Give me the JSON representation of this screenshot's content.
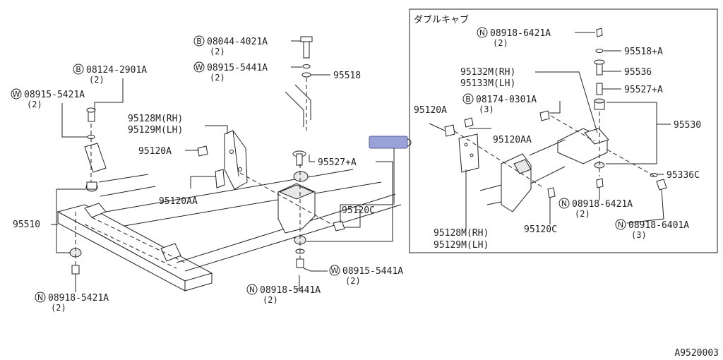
{
  "doc_code": "A9520003",
  "inset_title": "ダブルキャブ",
  "highlight_color": "#9aa0d8",
  "main": {
    "callouts": [
      {
        "prefix": "B",
        "code": "08044-4021A",
        "qty": "(2)"
      },
      {
        "prefix": "W",
        "code": "08915-5441A",
        "qty": "(2)"
      },
      {
        "prefix": "",
        "code": "95518",
        "qty": ""
      },
      {
        "prefix": "B",
        "code": "08124-2901A",
        "qty": "(2)"
      },
      {
        "prefix": "W",
        "code": "08915-5421A",
        "qty": "(2)"
      },
      {
        "prefix": "",
        "code": "95128M(RH)",
        "qty": ""
      },
      {
        "prefix": "",
        "code": "95129M(LH)",
        "qty": ""
      },
      {
        "prefix": "",
        "code": "95120A",
        "qty": ""
      },
      {
        "prefix": "",
        "code": "95527+A",
        "qty": ""
      },
      {
        "prefix": "",
        "code": "95120AA",
        "qty": ""
      },
      {
        "prefix": "",
        "code": "95510",
        "qty": ""
      },
      {
        "prefix": "",
        "code": "95120C",
        "qty": ""
      },
      {
        "prefix": "W",
        "code": "08915-5441A",
        "qty": "(2)"
      },
      {
        "prefix": "N",
        "code": "08918-5441A",
        "qty": "(2)"
      },
      {
        "prefix": "N",
        "code": "08918-5421A",
        "qty": "(2)"
      }
    ]
  },
  "inset": {
    "callouts": [
      {
        "prefix": "N",
        "code": "08918-6421A",
        "qty": "(2)"
      },
      {
        "prefix": "",
        "code": "95518+A",
        "qty": ""
      },
      {
        "prefix": "",
        "code": "95536",
        "qty": ""
      },
      {
        "prefix": "",
        "code": "95132M(RH)",
        "qty": ""
      },
      {
        "prefix": "",
        "code": "95133M(LH)",
        "qty": ""
      },
      {
        "prefix": "",
        "code": "95527+A",
        "qty": ""
      },
      {
        "prefix": "B",
        "code": "08174-0301A",
        "qty": "(3)"
      },
      {
        "prefix": "",
        "code": "95120A",
        "qty": ""
      },
      {
        "prefix": "",
        "code": "95530",
        "qty": ""
      },
      {
        "prefix": "",
        "code": "95120AA",
        "qty": ""
      },
      {
        "prefix": "",
        "code": "95336C",
        "qty": ""
      },
      {
        "prefix": "N",
        "code": "08918-6421A",
        "qty": "(2)"
      },
      {
        "prefix": "N",
        "code": "08918-6401A",
        "qty": "(3)"
      },
      {
        "prefix": "",
        "code": "95128M(RH)",
        "qty": ""
      },
      {
        "prefix": "",
        "code": "95129M(LH)",
        "qty": ""
      },
      {
        "prefix": "",
        "code": "95120C",
        "qty": ""
      }
    ]
  }
}
